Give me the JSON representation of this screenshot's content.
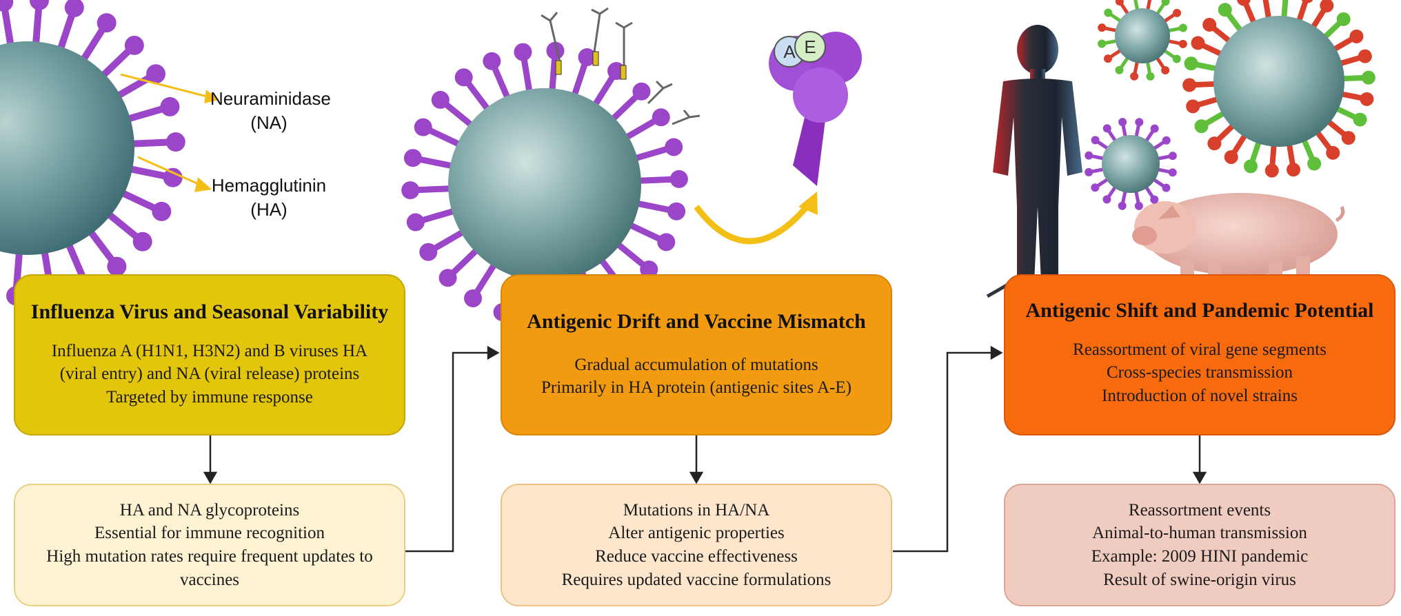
{
  "labels": {
    "neuraminidase": "Neuraminidase",
    "neuraminidase_abbr": "(NA)",
    "hemagglutinin": "Hemagglutinin",
    "hemagglutinin_abbr": "(HA)",
    "epitope_a": "A",
    "epitope_e": "E"
  },
  "panels": [
    {
      "title": "Influenza Virus and Seasonal Variability",
      "lines": [
        "Influenza A (H1N1, H3N2) and B viruses HA",
        "(viral entry) and NA (viral release) proteins",
        "Targeted by immune response"
      ],
      "details": [
        "HA and NA glycoproteins",
        "Essential for immune recognition",
        "High mutation rates require frequent updates to",
        "vaccines"
      ]
    },
    {
      "title": "Antigenic Drift and Vaccine Mismatch",
      "lines": [
        "Gradual accumulation of mutations",
        "Primarily in HA protein (antigenic sites A-E)"
      ],
      "details": [
        "Mutations in HA/NA",
        "Alter antigenic properties",
        "Reduce vaccine effectiveness",
        "Requires updated vaccine formulations"
      ]
    },
    {
      "title": "Antigenic Shift and Pandemic Potential",
      "lines": [
        "Reassortment of viral gene segments",
        "Cross-species transmission",
        "Introduction of novel strains"
      ],
      "details": [
        "Reassortment events",
        "Animal-to-human transmission",
        "Example: 2009 HINI pandemic",
        "Result of swine-origin virus"
      ]
    }
  ],
  "colors": {
    "panel1": "#e3c50b",
    "panel2": "#f29b11",
    "panel3": "#f76a0d",
    "detail1": "#fdf2d2",
    "detail2": "#fde6cc",
    "detail3": "#f0cbc0",
    "virus_body": "#6a9a9e",
    "spike_purple": "#9b45c8",
    "spike_red": "#d8402c",
    "spike_green": "#5fbf3a",
    "arrow_yellow": "#f3bf16"
  }
}
